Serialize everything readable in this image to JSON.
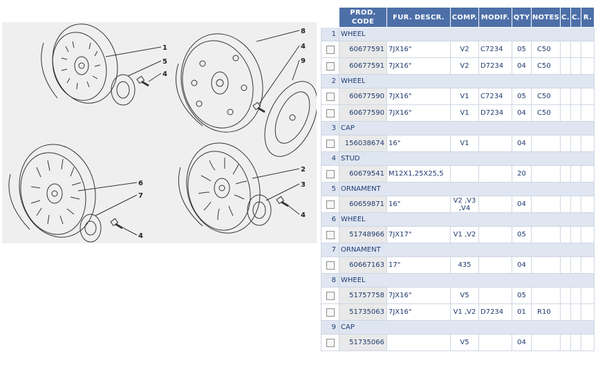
{
  "diagram": {
    "callouts": [
      "1",
      "5",
      "4",
      "8",
      "4",
      "9",
      "6",
      "7",
      "4",
      "2",
      "3",
      "4"
    ]
  },
  "table": {
    "headers": [
      "PROD. CODE",
      "FUR. DESCR.",
      "COMP.",
      "MODIF.",
      "QTY",
      "NOTES",
      "C.",
      "C.",
      "R."
    ],
    "groups": [
      {
        "num": "1",
        "name": "WHEEL",
        "rows": [
          {
            "code": "60677591",
            "descr": "7JX16\"",
            "comp": "V2",
            "modif": "C7234",
            "qty": "05",
            "notes": "C50"
          },
          {
            "code": "60677591",
            "descr": "7JX16\"",
            "comp": "V2",
            "modif": "D7234",
            "qty": "04",
            "notes": "C50"
          }
        ]
      },
      {
        "num": "2",
        "name": "WHEEL",
        "rows": [
          {
            "code": "60677590",
            "descr": "7JX16\"",
            "comp": "V1",
            "modif": "C7234",
            "qty": "05",
            "notes": "C50"
          },
          {
            "code": "60677590",
            "descr": "7JX16\"",
            "comp": "V1",
            "modif": "D7234",
            "qty": "04",
            "notes": "C50"
          }
        ]
      },
      {
        "num": "3",
        "name": "CAP",
        "rows": [
          {
            "code": "156038674",
            "descr": "16\"",
            "comp": "V1",
            "modif": "",
            "qty": "04",
            "notes": ""
          }
        ]
      },
      {
        "num": "4",
        "name": "STUD",
        "rows": [
          {
            "code": "60679541",
            "descr": "M12X1,25X25,5",
            "comp": "",
            "modif": "",
            "qty": "20",
            "notes": ""
          }
        ]
      },
      {
        "num": "5",
        "name": "ORNAMENT",
        "rows": [
          {
            "code": "60659871",
            "descr": "16\"",
            "comp": "V2 ,V3",
            "comp2": ",V4",
            "modif": "",
            "qty": "04",
            "notes": ""
          }
        ]
      },
      {
        "num": "6",
        "name": "WHEEL",
        "rows": [
          {
            "code": "51748966",
            "descr": "7JX17\"",
            "comp": "V1 ,V2",
            "modif": "",
            "qty": "05",
            "notes": ""
          }
        ]
      },
      {
        "num": "7",
        "name": "ORNAMENT",
        "rows": [
          {
            "code": "60667163",
            "descr": "17\"",
            "comp": "435",
            "modif": "",
            "qty": "04",
            "notes": ""
          }
        ]
      },
      {
        "num": "8",
        "name": "WHEEL",
        "rows": [
          {
            "code": "51757758",
            "descr": "7JX16\"",
            "comp": "V5",
            "modif": "",
            "qty": "05",
            "notes": ""
          },
          {
            "code": "51735063",
            "descr": "7JX16\"",
            "comp": "V1 ,V2",
            "modif": "D7234",
            "qty": "01",
            "notes": "R10"
          }
        ]
      },
      {
        "num": "9",
        "name": "CAP",
        "rows": [
          {
            "code": "51735066",
            "descr": "",
            "comp": "V5",
            "modif": "",
            "qty": "04",
            "notes": ""
          }
        ]
      }
    ]
  }
}
